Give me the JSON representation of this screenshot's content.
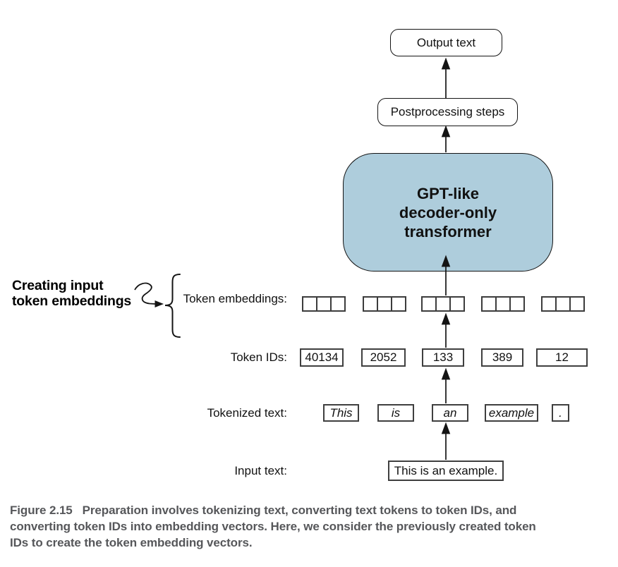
{
  "colors": {
    "transformer_fill": "#aecddc",
    "caption_text": "#56575a",
    "line": "#141414"
  },
  "boxes": {
    "output": "Output text",
    "postprocessing": "Postprocessing steps",
    "transformer": [
      "GPT-like",
      "decoder-only",
      "transformer"
    ]
  },
  "annotation": {
    "line1": "Creating input",
    "line2": "token embeddings"
  },
  "rows": {
    "embeddings": {
      "label": "Token embeddings:",
      "groups": 5,
      "squares_per_group": 3
    },
    "token_ids": {
      "label": "Token IDs:",
      "values": [
        "40134",
        "2052",
        "133",
        "389",
        "12"
      ]
    },
    "tokenized": {
      "label": "Tokenized text:",
      "values": [
        "This",
        "is",
        "an",
        "example",
        "."
      ]
    },
    "input": {
      "label": "Input text:",
      "value": "This is an example."
    }
  },
  "caption": {
    "label": "Figure 2.15",
    "lines": [
      "Preparation involves tokenizing text, converting text tokens to token IDs, and",
      "converting token IDs into embedding vectors. Here, we consider the previously created token",
      "IDs to create the token embedding vectors."
    ]
  }
}
